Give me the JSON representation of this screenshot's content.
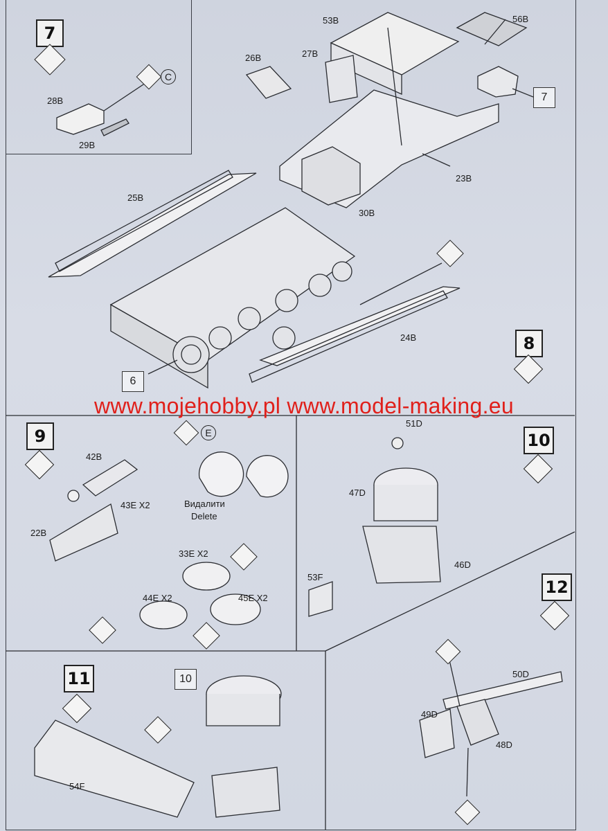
{
  "watermark": "www.mojehobby.pl www.model-making.eu",
  "steps": {
    "s7": "7",
    "s8": "8",
    "s9": "9",
    "s10": "10",
    "s11": "11",
    "s12": "12"
  },
  "references": {
    "r7": "7",
    "r6": "6",
    "r10": "10"
  },
  "parts": {
    "p53B": "53B",
    "p56B": "56B",
    "p26B": "26B",
    "p27B": "27B",
    "p28B": "28B",
    "p29B": "29B",
    "p23B": "23B",
    "p25B": "25B",
    "p30B": "30B",
    "p24B": "24B",
    "p51D": "51D",
    "p42B": "42B",
    "p47D": "47D",
    "p43E": "43E X2",
    "p22B": "22B",
    "p33E": "33E X2",
    "p46D": "46D",
    "p53F": "53F",
    "p44E": "44E X2",
    "p45E": "45E X2",
    "p50D": "50D",
    "p49D": "49D",
    "p48D": "48D",
    "p54F": "54F"
  },
  "notes": {
    "delete_ua": "Видалити",
    "delete_en": "Delete",
    "opt_c": "C",
    "opt_e": "E"
  },
  "icons": {
    "glue": "glue-drop-icon",
    "knife": "knife-icon",
    "paint": "paint-icon",
    "bend": "bend-icon",
    "rotate": "rotate-icon"
  },
  "colors": {
    "watermark": "#e0201b",
    "line": "#2a2c31",
    "paper": "#d6dae4"
  }
}
